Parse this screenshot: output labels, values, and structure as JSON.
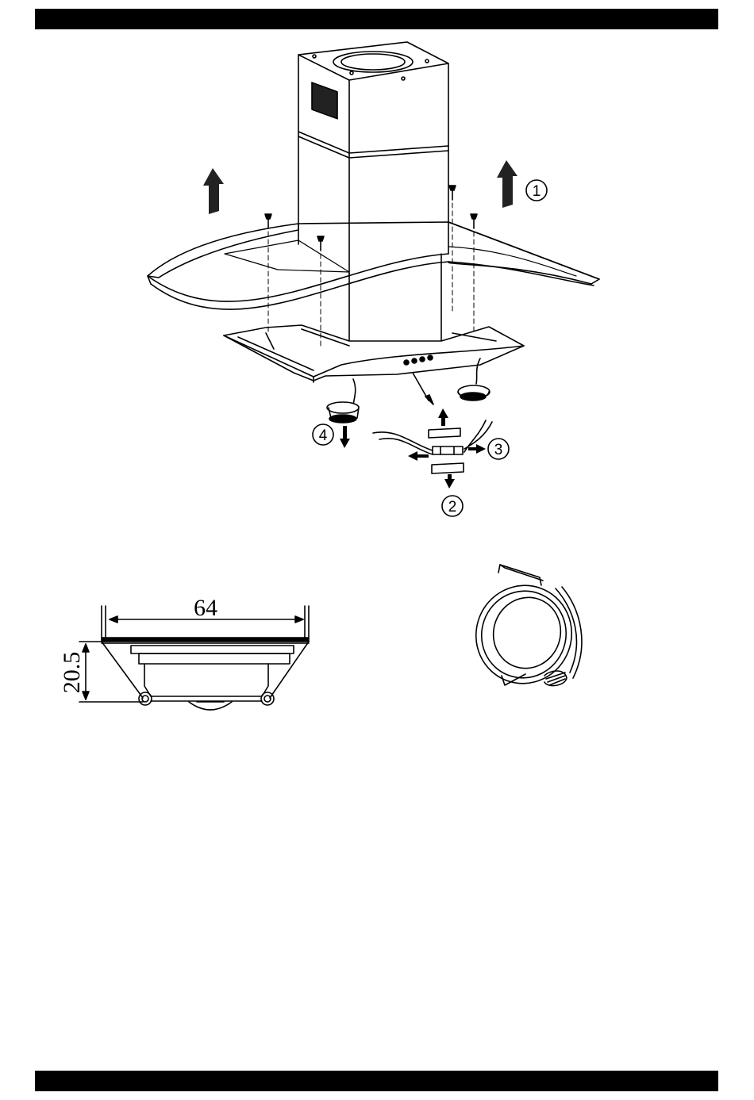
{
  "header_bar": {},
  "footer_bar": {},
  "hood_diagram": {
    "callouts": {
      "c1": "1",
      "c2": "2",
      "c3": "3",
      "c4": "4"
    }
  },
  "lamp_dimension_drawing": {
    "width_label": "64",
    "height_label": "20.5"
  },
  "lamp_perspective": {}
}
